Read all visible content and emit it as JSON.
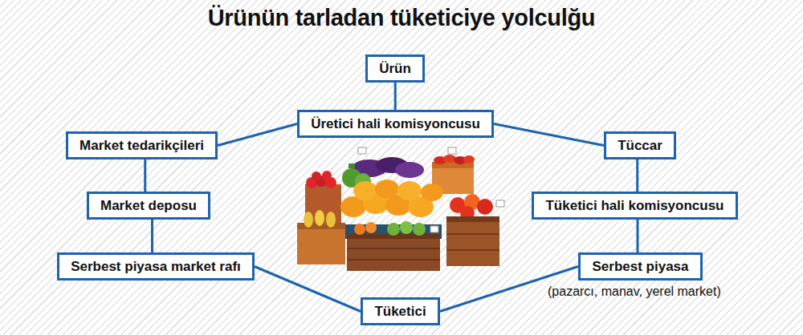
{
  "diagram": {
    "title": "Ürünün tarladan tüketiciye yolculğu",
    "nodes": [
      {
        "text": [
          "Ürün"
        ]
      },
      {
        "text": [
          "Üretici hali komisyoncusu"
        ]
      },
      {
        "text": [
          "Market tedarikçileri"
        ]
      },
      {
        "text": [
          "Tüccar"
        ]
      },
      {
        "text": [
          "Market deposu"
        ]
      },
      {
        "text": [
          "Tüketici hali komisyoncusu"
        ]
      },
      {
        "text": [
          "Serbest piyasa market rafı"
        ]
      },
      {
        "text": [
          "Serbest piyasa",
          "(pazarcı, manav, yerel market)"
        ]
      },
      {
        "text": [
          "Tüketici"
        ]
      }
    ],
    "edges": [
      {
        "from": 0,
        "to": 1,
        "arrow": "none"
      },
      {
        "from": 1,
        "to": 2,
        "arrow": "none"
      },
      {
        "from": 1,
        "to": 3,
        "arrow": "none"
      },
      {
        "from": 2,
        "to": 4,
        "arrow": "none"
      },
      {
        "from": 3,
        "to": 5,
        "arrow": "none"
      },
      {
        "from": 4,
        "to": 6,
        "arrow": "none"
      },
      {
        "from": 5,
        "to": 7,
        "arrow": "none"
      },
      {
        "from": 6,
        "to": 8,
        "arrow": "none"
      },
      {
        "from": 7,
        "to": 8,
        "arrow": "none"
      }
    ]
  }
}
